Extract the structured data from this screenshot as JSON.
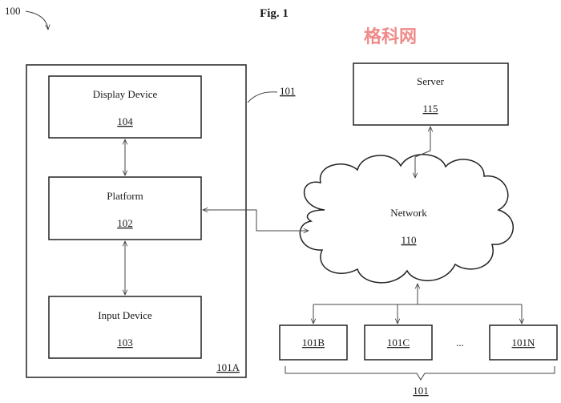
{
  "figure": {
    "title": "Fig. 1",
    "ref_overall": "100",
    "watermark": "格科网",
    "watermark_color": "#f08a8a"
  },
  "device": {
    "ref": "101",
    "ref_inner": "101A",
    "display": {
      "label": "Display Device",
      "ref": "104"
    },
    "platform": {
      "label": "Platform",
      "ref": "102"
    },
    "input": {
      "label": "Input Device",
      "ref": "103"
    }
  },
  "server": {
    "label": "Server",
    "ref": "115"
  },
  "network": {
    "label": "Network",
    "ref": "110"
  },
  "clients": {
    "items": [
      "101B",
      "101C",
      "101N"
    ],
    "ellipsis": "...",
    "group_ref": "101"
  }
}
